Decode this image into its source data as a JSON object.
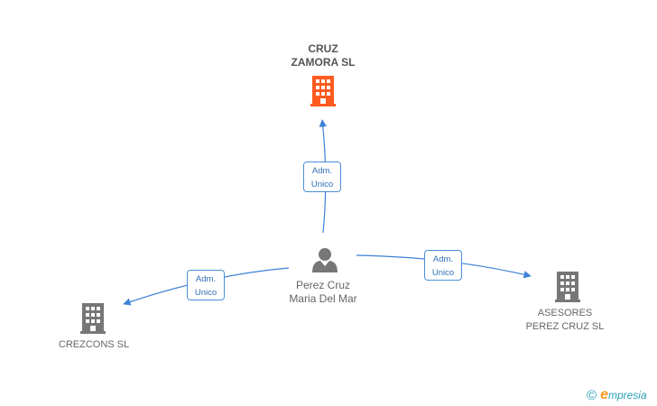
{
  "nodes": {
    "main_company": {
      "name_line1": "CRUZ",
      "name_line2": "ZAMORA SL",
      "color": "#ff5a1f"
    },
    "person": {
      "name_line1": "Perez Cruz",
      "name_line2": "Maria Del Mar",
      "color": "#777777"
    },
    "company_left": {
      "name": "CREZCONS SL",
      "color": "#777777"
    },
    "company_right": {
      "name_line1": "ASESORES",
      "name_line2": "PEREZ CRUZ SL",
      "color": "#777777"
    }
  },
  "edges": [
    {
      "from": "person",
      "to": "main_company",
      "role_line1": "Adm.",
      "role_line2": "Unico"
    },
    {
      "from": "person",
      "to": "company_left",
      "role_line1": "Adm.",
      "role_line2": "Unico"
    },
    {
      "from": "person",
      "to": "company_right",
      "role_line1": "Adm.",
      "role_line2": "Unico"
    }
  ],
  "edge_color": "#3b82d8",
  "brand": {
    "copyright": "©",
    "logo_initial": "e",
    "logo_rest": "mpresia"
  }
}
